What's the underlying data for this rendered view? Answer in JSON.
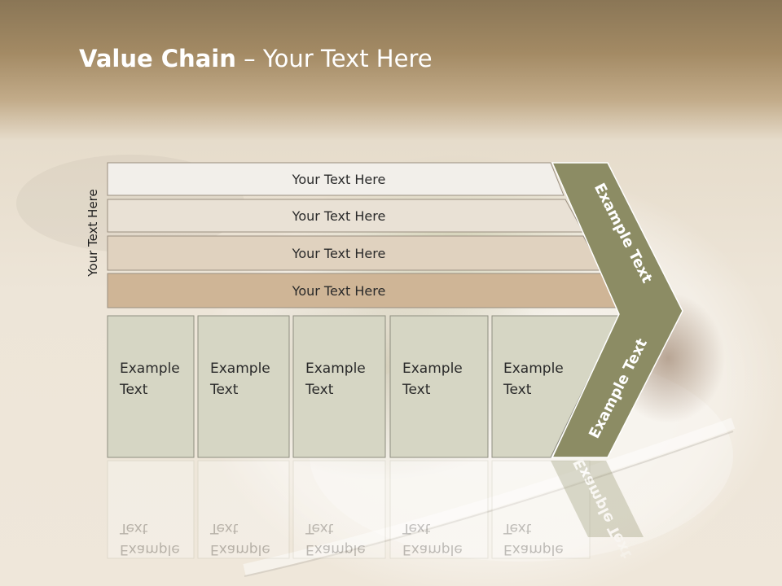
{
  "title": {
    "bold": "Value Chain",
    "separator": " – ",
    "rest": "Your Text Here"
  },
  "side_label": "Your Text Here",
  "bars": [
    {
      "label": "Your Text Here",
      "color": "#f2efea"
    },
    {
      "label": "Your Text Here",
      "color": "#e9e1d5"
    },
    {
      "label": "Your Text Here",
      "color": "#e0d2bf"
    },
    {
      "label": "Your Text Here",
      "color": "#cfb596"
    }
  ],
  "boxes": [
    {
      "line1": "Example",
      "line2": "Text"
    },
    {
      "line1": "Example",
      "line2": "Text"
    },
    {
      "line1": "Example",
      "line2": "Text"
    },
    {
      "line1": "Example",
      "line2": "Text"
    },
    {
      "line1": "Example",
      "line2": "Text"
    }
  ],
  "chevron": {
    "upper": "Example Text",
    "lower": "Example Text",
    "color": "#8c8c64"
  },
  "colors": {
    "box": "#d6d6c4",
    "box_border": "#8e8e80",
    "bar_border": "#9a8f80"
  }
}
